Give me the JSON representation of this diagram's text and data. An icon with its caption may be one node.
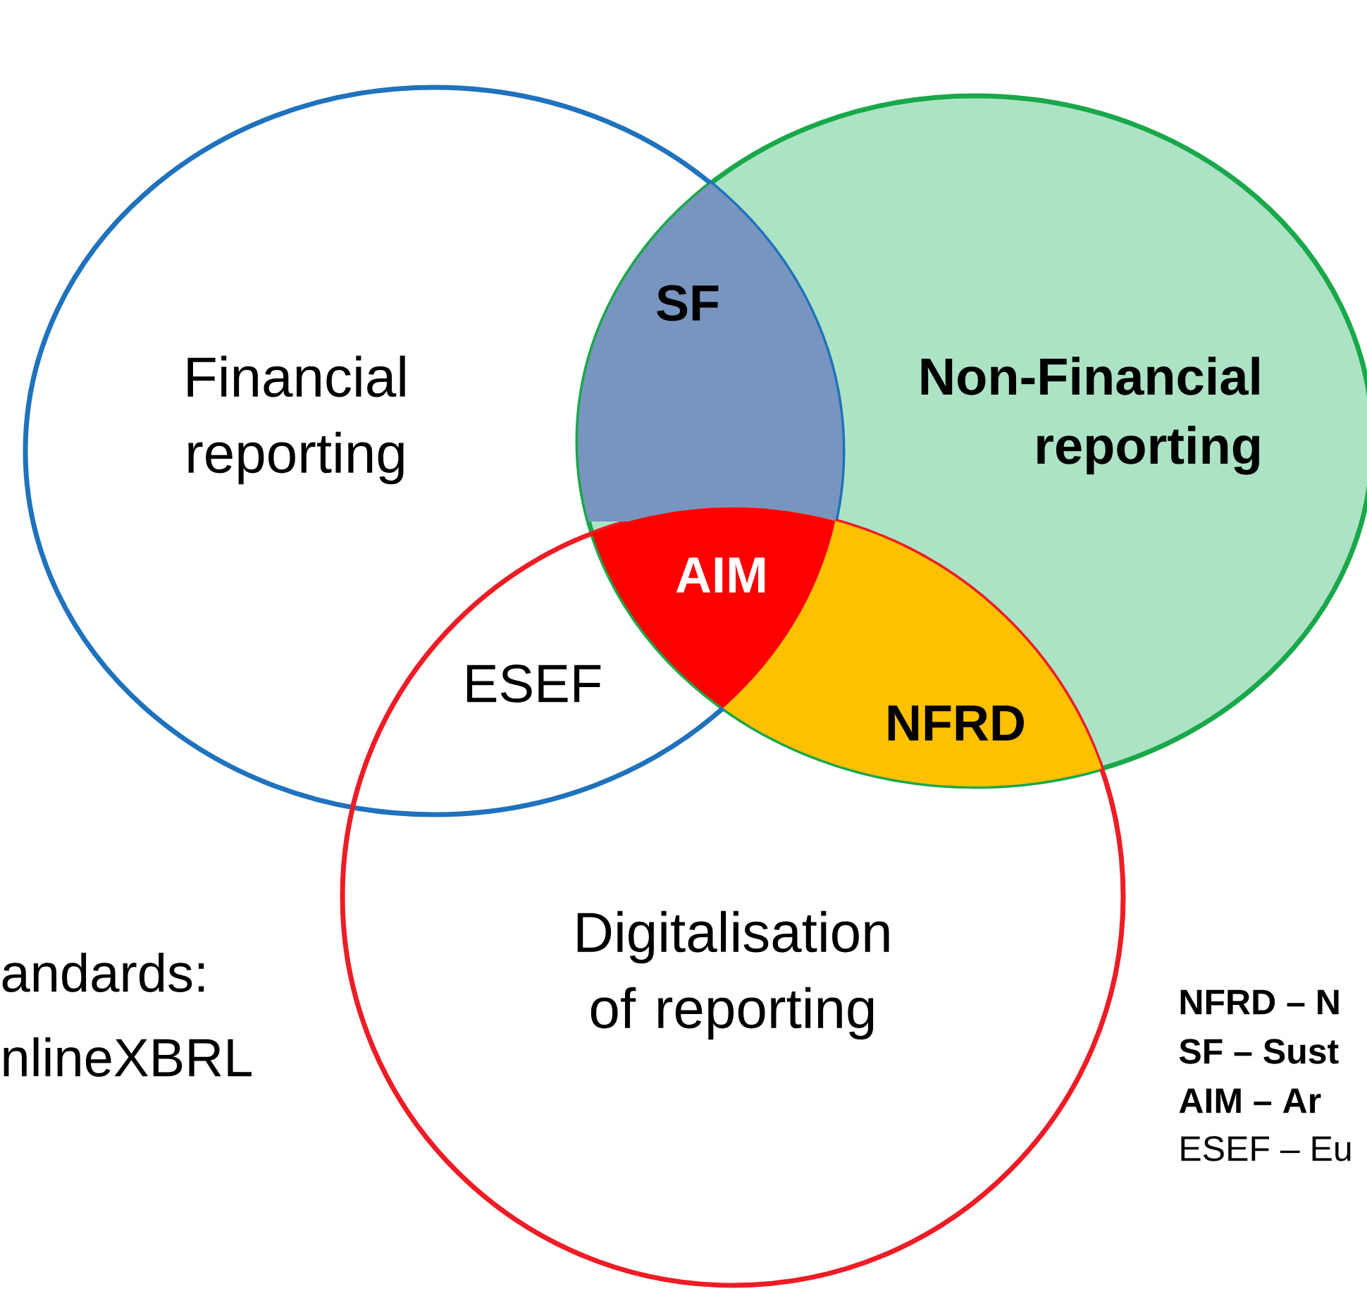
{
  "diagram": {
    "nodes": [
      {
        "text": [
          "Financial reporting"
        ]
      },
      {
        "text": [
          "Non-Financial reporting"
        ]
      },
      {
        "text": [
          "Digitalisation of reporting"
        ]
      },
      {
        "text": [
          "SF"
        ]
      },
      {
        "text": [
          "AIM"
        ]
      },
      {
        "text": [
          "NFRD"
        ]
      }
    ],
    "labels": [
      "ESEF",
      "andards:",
      "nlineXBRL",
      "NFRD – N",
      "SF – Sust",
      "AIM – Ar",
      "ESEF – Eu"
    ]
  }
}
